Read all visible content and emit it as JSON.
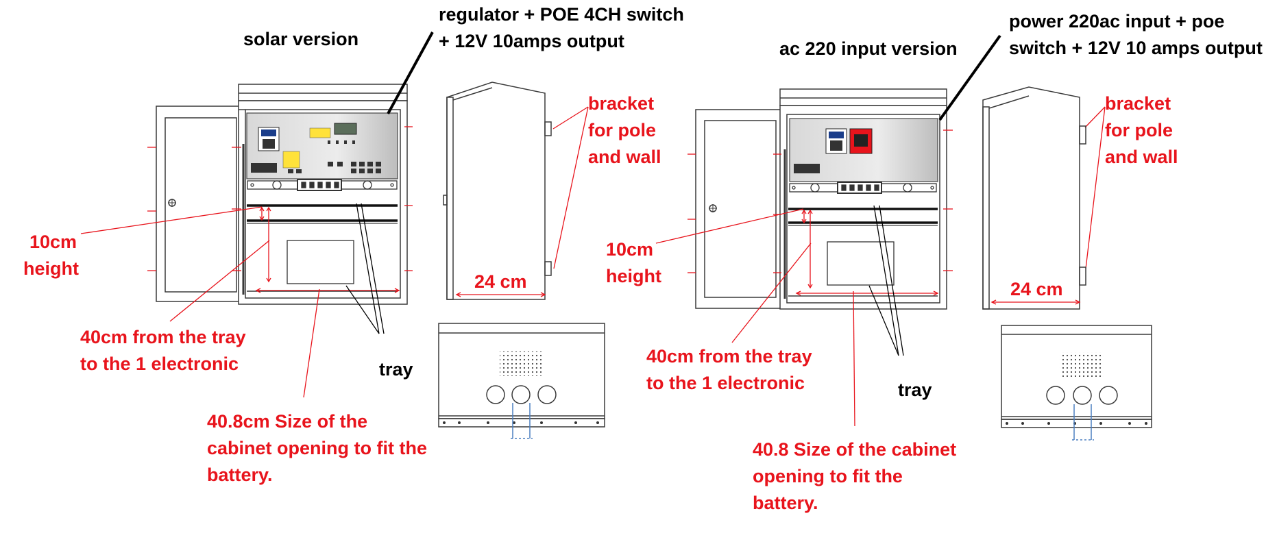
{
  "left": {
    "title": "solar version",
    "callout_line1": "regulator + POE 4CH switch",
    "callout_line2": "+ 12V 10amps output",
    "bracket_line1": "bracket",
    "bracket_line2": "for pole",
    "bracket_line3": "and wall",
    "height_line1": "10cm",
    "height_line2": "height",
    "depth": "24 cm",
    "tray_distance_line1": "40cm from the tray",
    "tray_distance_line2": "to the 1 electronic",
    "tray": "tray",
    "opening_line1": "40.8cm Size of the",
    "opening_line2": "cabinet opening to fit the",
    "opening_line3": "battery."
  },
  "right": {
    "title": "ac 220 input version",
    "callout_line1": "power 220ac input + poe",
    "callout_line2": "switch + 12V 10 amps output",
    "bracket_line1": "bracket",
    "bracket_line2": "for pole",
    "bracket_line3": "and wall",
    "height_line1": "10cm",
    "height_line2": "height",
    "depth": "24 cm",
    "tray_distance_line1": "40cm from the tray",
    "tray_distance_line2": "to the 1 electronic",
    "tray": "tray",
    "opening_line1": "40.8 Size of the cabinet",
    "opening_line2": "opening to fit the",
    "opening_line3": "battery."
  },
  "colors": {
    "annotation": "#e8141c",
    "text": "#000000",
    "drawing": "#3a3a3a"
  }
}
